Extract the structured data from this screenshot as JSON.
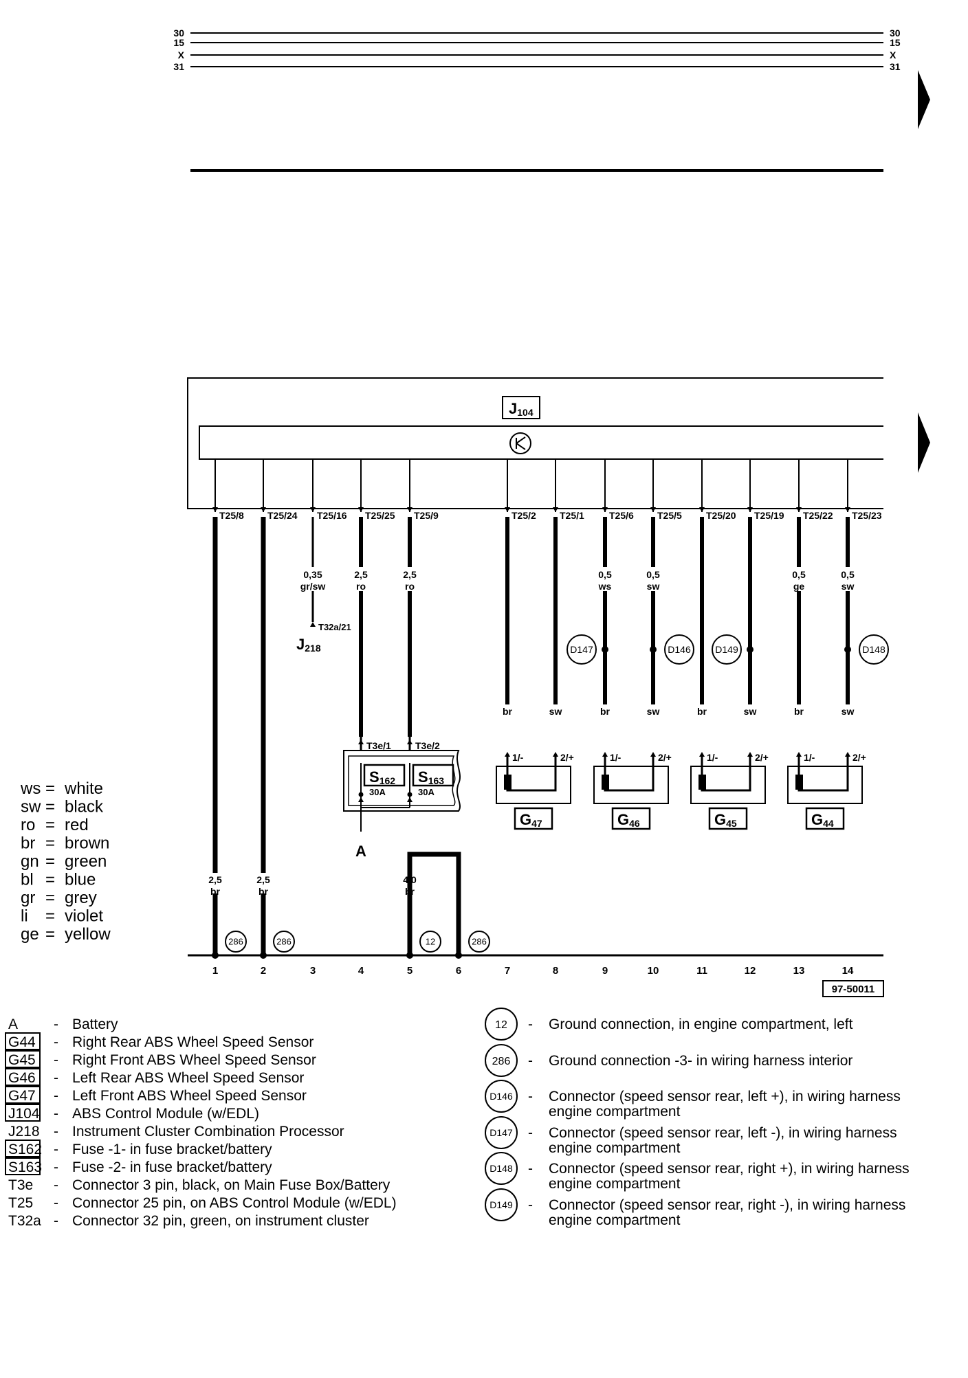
{
  "bus_labels": [
    "30",
    "15",
    "X",
    "31"
  ],
  "module": {
    "label": "J",
    "sub": "104"
  },
  "pins": [
    {
      "n": "1",
      "pin": "T25/8"
    },
    {
      "n": "2",
      "pin": "T25/24"
    },
    {
      "n": "3",
      "pin": "T25/16"
    },
    {
      "n": "4",
      "pin": "T25/25"
    },
    {
      "n": "5",
      "pin": "T25/9"
    },
    {
      "n": "7",
      "pin": "T25/2"
    },
    {
      "n": "8",
      "pin": "T25/1"
    },
    {
      "n": "9",
      "pin": "T25/6"
    },
    {
      "n": "10",
      "pin": "T25/5"
    },
    {
      "n": "11",
      "pin": "T25/20"
    },
    {
      "n": "12",
      "pin": "T25/19"
    },
    {
      "n": "13",
      "pin": "T25/22"
    },
    {
      "n": "14",
      "pin": "T25/23"
    }
  ],
  "wire_specs": [
    {
      "n": "3",
      "size": "0,35",
      "color": "gr/sw"
    },
    {
      "n": "4",
      "size": "2,5",
      "color": "ro"
    },
    {
      "n": "5",
      "size": "2,5",
      "color": "ro"
    },
    {
      "n": "9",
      "size": "0,5",
      "color": "ws"
    },
    {
      "n": "10",
      "size": "0,5",
      "color": "sw"
    },
    {
      "n": "13",
      "size": "0,5",
      "color": "ge"
    },
    {
      "n": "14",
      "size": "0,5",
      "color": "sw"
    }
  ],
  "lower_wire_specs": [
    {
      "n": "1",
      "size": "2,5",
      "color": "br"
    },
    {
      "n": "2",
      "size": "2,5",
      "color": "br"
    },
    {
      "n": "5",
      "size": "4,0",
      "color": "br"
    }
  ],
  "j218": {
    "pin": "T32a/21",
    "label": "J",
    "sub": "218"
  },
  "fuse_pins": [
    "T3e/1",
    "T3e/2"
  ],
  "fuses": [
    {
      "label": "S",
      "sub": "162",
      "rating": "30A"
    },
    {
      "label": "S",
      "sub": "163",
      "rating": "30A"
    }
  ],
  "point_a": "A",
  "inline_connectors": [
    {
      "n": "9",
      "label": "D147"
    },
    {
      "n": "10",
      "label": "D146"
    },
    {
      "n": "12",
      "label": "D149"
    },
    {
      "n": "14",
      "label": "D148"
    }
  ],
  "sensor_wire_colors": [
    "br",
    "sw",
    "br",
    "sw",
    "br",
    "sw",
    "br",
    "sw"
  ],
  "sensor_pin_labels": [
    "1/-",
    "2/+"
  ],
  "sensors": [
    {
      "label": "G",
      "sub": "47"
    },
    {
      "label": "G",
      "sub": "46"
    },
    {
      "label": "G",
      "sub": "45"
    },
    {
      "label": "G",
      "sub": "44"
    }
  ],
  "grounds": [
    {
      "n": "1",
      "label": "286"
    },
    {
      "n": "2",
      "label": "286"
    },
    {
      "n": "5",
      "label": "12"
    },
    {
      "n": "6",
      "label": "286"
    }
  ],
  "column_numbers": [
    "1",
    "2",
    "3",
    "4",
    "5",
    "6",
    "7",
    "8",
    "9",
    "10",
    "11",
    "12",
    "13",
    "14"
  ],
  "figure_id": "97-50011",
  "color_key": [
    {
      "code": "ws",
      "name": "white"
    },
    {
      "code": "sw",
      "name": "black"
    },
    {
      "code": "ro",
      "name": "red"
    },
    {
      "code": "br",
      "name": "brown"
    },
    {
      "code": "gn",
      "name": "green"
    },
    {
      "code": "bl",
      "name": "blue"
    },
    {
      "code": "gr",
      "name": "grey"
    },
    {
      "code": "li",
      "name": "violet"
    },
    {
      "code": "ge",
      "name": "yellow"
    }
  ],
  "legend_left": [
    {
      "code": "A",
      "boxed": false,
      "desc": "Battery"
    },
    {
      "code": "G44",
      "boxed": true,
      "desc": "Right Rear ABS Wheel Speed Sensor"
    },
    {
      "code": "G45",
      "boxed": true,
      "desc": "Right Front ABS Wheel Speed Sensor"
    },
    {
      "code": "G46",
      "boxed": true,
      "desc": "Left Rear ABS Wheel Speed Sensor"
    },
    {
      "code": "G47",
      "boxed": true,
      "desc": "Left Front ABS Wheel Speed Sensor"
    },
    {
      "code": "J104",
      "boxed": true,
      "desc": "ABS Control Module (w/EDL)"
    },
    {
      "code": "J218",
      "boxed": false,
      "desc": "Instrument Cluster Combination Processor"
    },
    {
      "code": "S162",
      "boxed": true,
      "desc": "Fuse -1- in fuse bracket/battery"
    },
    {
      "code": "S163",
      "boxed": true,
      "desc": "Fuse -2- in fuse bracket/battery"
    },
    {
      "code": "T3e",
      "boxed": false,
      "desc": "Connector 3 pin, black, on Main Fuse Box/Battery"
    },
    {
      "code": "T25",
      "boxed": false,
      "desc": "Connector 25 pin, on ABS Control Module (w/EDL)"
    },
    {
      "code": "T32a",
      "boxed": false,
      "desc": "Connector 32 pin, green, on instrument cluster"
    }
  ],
  "legend_right": [
    {
      "code": "12",
      "line1": "Ground connection, in engine compartment, left",
      "line2": ""
    },
    {
      "code": "286",
      "line1": "Ground connection -3- in wiring harness interior",
      "line2": ""
    },
    {
      "code": "D146",
      "line1": "Connector (speed sensor rear, left +), in wiring harness",
      "line2": "engine compartment"
    },
    {
      "code": "D147",
      "line1": "Connector (speed sensor rear, left -), in wiring harness",
      "line2": "engine compartment"
    },
    {
      "code": "D148",
      "line1": "Connector (speed sensor rear, right +), in wiring harness",
      "line2": "engine compartment"
    },
    {
      "code": "D149",
      "line1": "Connector (speed sensor rear, right -), in wiring harness",
      "line2": "engine compartment"
    }
  ],
  "legend_dash": "-"
}
